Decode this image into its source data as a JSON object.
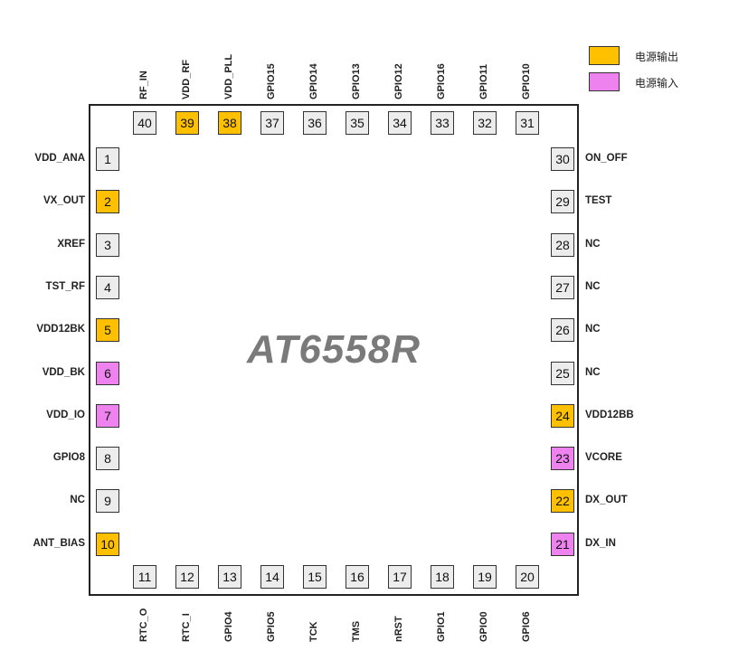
{
  "chip_name": "AT6558R",
  "colors": {
    "output": "#FFC000",
    "input": "#EE82EE",
    "default": "#ECECEC"
  },
  "legend": [
    {
      "label": "电源输出",
      "type": "output"
    },
    {
      "label": "电源输入",
      "type": "input"
    }
  ],
  "pins": {
    "left": [
      {
        "num": "1",
        "name": "VDD_ANA",
        "type": "default"
      },
      {
        "num": "2",
        "name": "VX_OUT",
        "type": "output"
      },
      {
        "num": "3",
        "name": "XREF",
        "type": "default"
      },
      {
        "num": "4",
        "name": "TST_RF",
        "type": "default"
      },
      {
        "num": "5",
        "name": "VDD12BK",
        "type": "output"
      },
      {
        "num": "6",
        "name": "VDD_BK",
        "type": "input"
      },
      {
        "num": "7",
        "name": "VDD_IO",
        "type": "input"
      },
      {
        "num": "8",
        "name": "GPIO8",
        "type": "default"
      },
      {
        "num": "9",
        "name": "NC",
        "type": "default"
      },
      {
        "num": "10",
        "name": "ANT_BIAS",
        "type": "output"
      }
    ],
    "bottom": [
      {
        "num": "11",
        "name": "RTC_O",
        "type": "default"
      },
      {
        "num": "12",
        "name": "RTC_I",
        "type": "default"
      },
      {
        "num": "13",
        "name": "GPIO4",
        "type": "default"
      },
      {
        "num": "14",
        "name": "GPIO5",
        "type": "default"
      },
      {
        "num": "15",
        "name": "TCK",
        "type": "default"
      },
      {
        "num": "16",
        "name": "TMS",
        "type": "default"
      },
      {
        "num": "17",
        "name": "nRST",
        "type": "default"
      },
      {
        "num": "18",
        "name": "GPIO1",
        "type": "default"
      },
      {
        "num": "19",
        "name": "GPIO0",
        "type": "default"
      },
      {
        "num": "20",
        "name": "GPIO6",
        "type": "default"
      }
    ],
    "right": [
      {
        "num": "21",
        "name": "DX_IN",
        "type": "input"
      },
      {
        "num": "22",
        "name": "DX_OUT",
        "type": "output"
      },
      {
        "num": "23",
        "name": "VCORE",
        "type": "input"
      },
      {
        "num": "24",
        "name": "VDD12BB",
        "type": "output"
      },
      {
        "num": "25",
        "name": "NC",
        "type": "default"
      },
      {
        "num": "26",
        "name": "NC",
        "type": "default"
      },
      {
        "num": "27",
        "name": "NC",
        "type": "default"
      },
      {
        "num": "28",
        "name": "NC",
        "type": "default"
      },
      {
        "num": "29",
        "name": "TEST",
        "type": "default"
      },
      {
        "num": "30",
        "name": "ON_OFF",
        "type": "default"
      }
    ],
    "top": [
      {
        "num": "31",
        "name": "GPIO10",
        "type": "default"
      },
      {
        "num": "32",
        "name": "GPIO11",
        "type": "default"
      },
      {
        "num": "33",
        "name": "GPIO16",
        "type": "default"
      },
      {
        "num": "34",
        "name": "GPIO12",
        "type": "default"
      },
      {
        "num": "35",
        "name": "GPIO13",
        "type": "default"
      },
      {
        "num": "36",
        "name": "GPIO14",
        "type": "default"
      },
      {
        "num": "37",
        "name": "GPIO15",
        "type": "default"
      },
      {
        "num": "38",
        "name": "VDD_PLL",
        "type": "output"
      },
      {
        "num": "39",
        "name": "VDD_RF",
        "type": "output"
      },
      {
        "num": "40",
        "name": "RF_IN",
        "type": "default"
      }
    ]
  }
}
